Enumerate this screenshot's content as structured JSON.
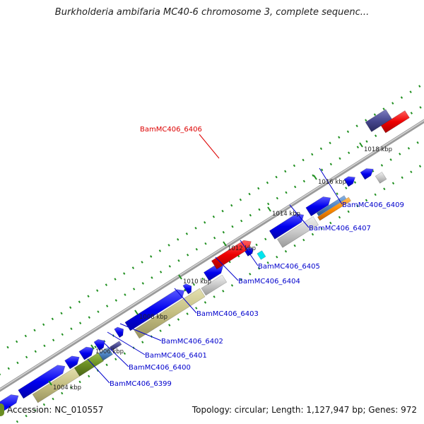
{
  "title": "Burkholderia ambifaria MC40-6 chromosome 3, complete sequenc...",
  "footer": {
    "accession_label": "Accession:",
    "accession": "NC_010557",
    "stats": "Topology: circular; Length: 1,127,947 bp; Genes: 972"
  },
  "ticks": [
    "1004 kbp",
    "1006 kbp",
    "1008 kbp",
    "1010 kbp",
    "1012 kbp",
    "1014 kbp",
    "1016 kbp",
    "1018 kbp"
  ],
  "genes": {
    "highlighted": "BamMC406_6406",
    "labels": [
      "BamMC406_6399",
      "BamMC406_6400",
      "BamMC406_6401",
      "BamMC406_6402",
      "BamMC406_6403",
      "BamMC406_6404",
      "BamMC406_6405",
      "BamMC406_6407",
      "BamMC406_6409"
    ]
  },
  "colors": {
    "cds_forward": "#0000ee",
    "highlight": "#ee0000",
    "label": "#0000cc",
    "highlight_label": "#dd0000",
    "backbone": "#888888",
    "dots": "#1f8f1f",
    "khaki": "#c3bd80",
    "grey_feature": "#c8c8c8",
    "olive": "#6b8e23",
    "steel": "#4f86c6",
    "orange": "#ff8c00",
    "cyan": "#00e5ee",
    "slate": "#484890",
    "dark_grey": "#707070"
  }
}
